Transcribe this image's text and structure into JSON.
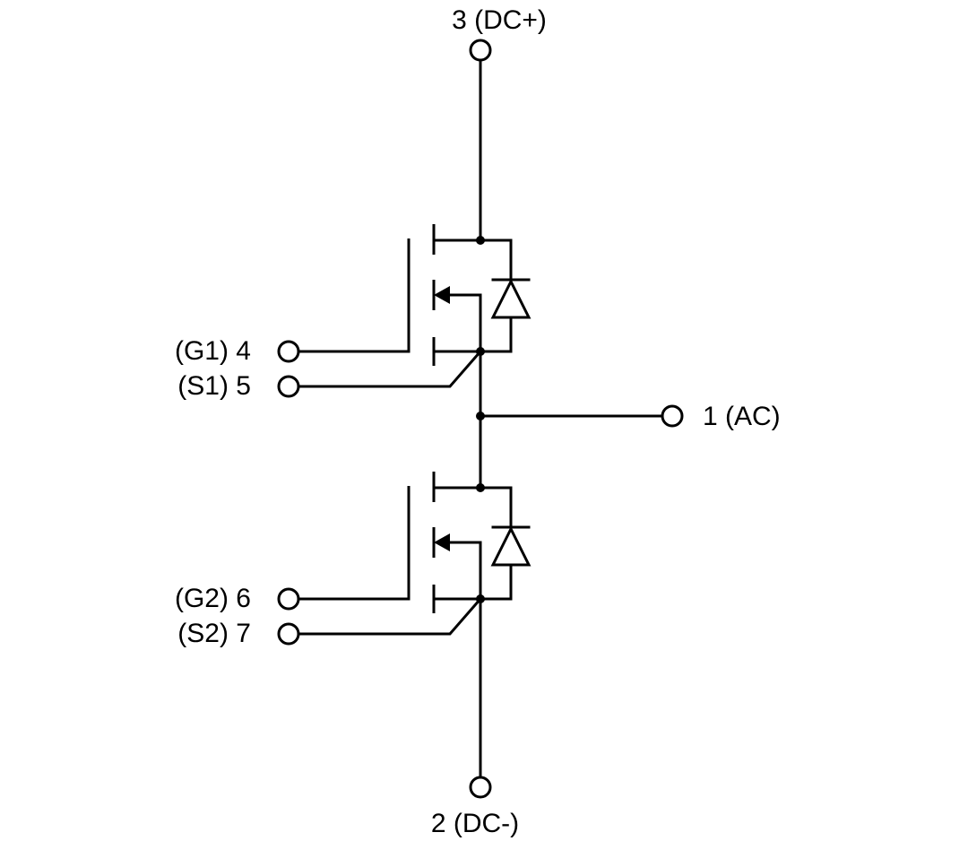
{
  "terminals": {
    "dc_plus": "3 (DC+)",
    "dc_minus": "2 (DC-)",
    "ac": "1 (AC)",
    "g1": "(G1) 4",
    "s1": "(S1) 5",
    "g2": "(G2) 6",
    "s2": "(S2) 7"
  },
  "colors": {
    "line": "#000000",
    "background": "#ffffff"
  }
}
